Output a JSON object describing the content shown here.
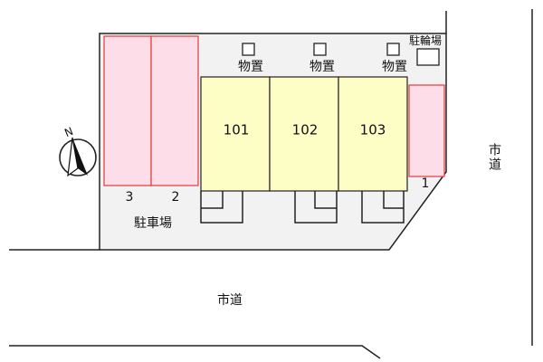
{
  "colors": {
    "building_fill": "#fdfdc6",
    "parking_fill": "#fcdde8",
    "parking_border": "#e23b3b",
    "lot_fill": "#f2f2f2",
    "line": "#222222"
  },
  "units": [
    "101",
    "102",
    "103"
  ],
  "storage_label": "物置",
  "bicycle_parking_label": "駐輪場",
  "parking_label": "駐車場",
  "parking_numbers": {
    "space_1": "1",
    "space_2": "2",
    "space_3": "3"
  },
  "roads": {
    "south_label": "市道",
    "east_label": "市道"
  },
  "compass": {
    "north_label": "N",
    "icon": "north-arrow-icon"
  }
}
